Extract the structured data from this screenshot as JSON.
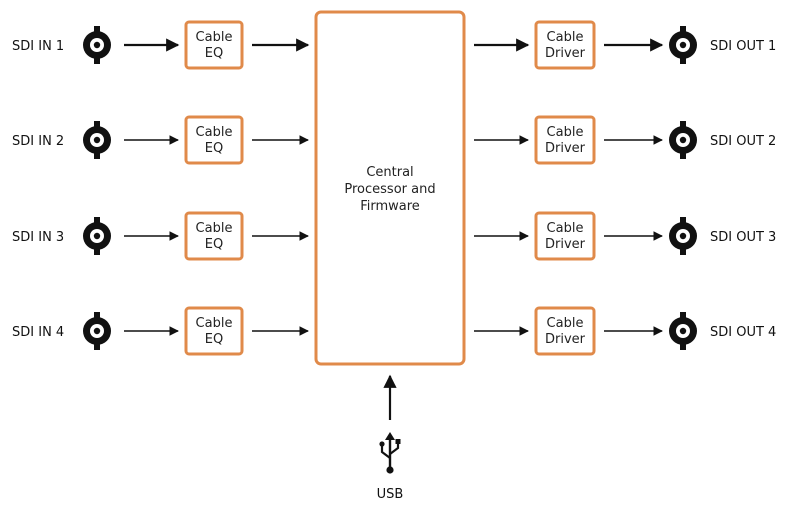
{
  "inputs": [
    {
      "label": "SDI IN 1",
      "eq_line1": "Cable",
      "eq_line2": "EQ"
    },
    {
      "label": "SDI IN 2",
      "eq_line1": "Cable",
      "eq_line2": "EQ"
    },
    {
      "label": "SDI IN 3",
      "eq_line1": "Cable",
      "eq_line2": "EQ"
    },
    {
      "label": "SDI IN 4",
      "eq_line1": "Cable",
      "eq_line2": "EQ"
    }
  ],
  "outputs": [
    {
      "label": "SDI OUT 1",
      "driver_line1": "Cable",
      "driver_line2": "Driver"
    },
    {
      "label": "SDI OUT 2",
      "driver_line1": "Cable",
      "driver_line2": "Driver"
    },
    {
      "label": "SDI OUT 3",
      "driver_line1": "Cable",
      "driver_line2": "Driver"
    },
    {
      "label": "SDI OUT 4",
      "driver_line1": "Cable",
      "driver_line2": "Driver"
    }
  ],
  "processor": {
    "line1": "Central",
    "line2": "Processor and",
    "line3": "Firmware"
  },
  "usb": {
    "label": "USB",
    "icon": "usb-icon"
  },
  "colors": {
    "accent": "#E08A4A",
    "line": "#111111",
    "text": "#111111"
  }
}
